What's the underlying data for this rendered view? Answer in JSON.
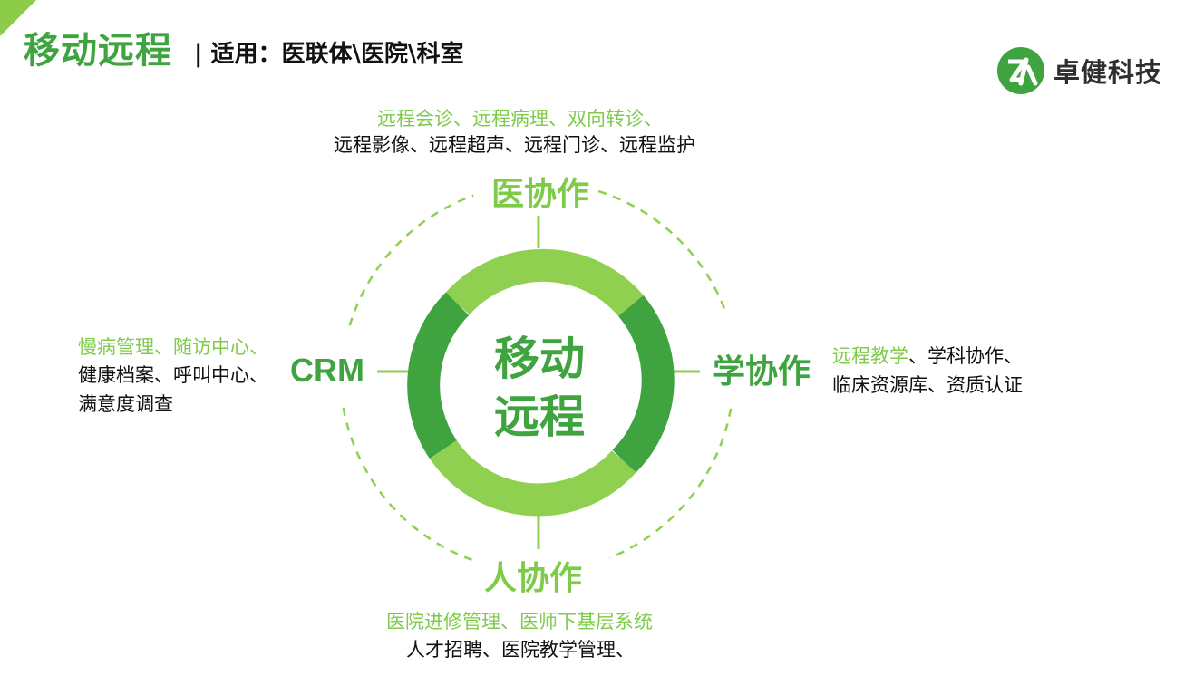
{
  "header": {
    "title": "移动远程",
    "subtitle": "| 适用：医联体\\医院\\科室"
  },
  "logo": {
    "text": "卓健科技",
    "icon": "zj-logo-icon",
    "color": "#3fa43f"
  },
  "colors": {
    "light_green": "#8fd050",
    "dark_green": "#3fa43f",
    "text_green": "#7ecb4a"
  },
  "center": {
    "line1": "移动",
    "line2": "远程"
  },
  "nodes": {
    "top": {
      "label": "医协作",
      "desc_green": "远程会诊、远程病理、双向转诊、",
      "desc_black": "远程影像、远程超声、远程门诊、远程监护"
    },
    "right": {
      "label": "学协作",
      "desc_green": "远程教学",
      "desc_black_1": "、学科协作、",
      "desc_black_2": "临床资源库、资质认证"
    },
    "bottom": {
      "label": "人协作",
      "desc_green": "医院进修管理、医师下基层系统",
      "desc_black": "人才招聘、医院教学管理、"
    },
    "left": {
      "label": "CRM",
      "desc_green": "慢病管理、随访中心、",
      "desc_black_1": "健康档案、呼叫中心、",
      "desc_black_2": "满意度调查"
    }
  }
}
